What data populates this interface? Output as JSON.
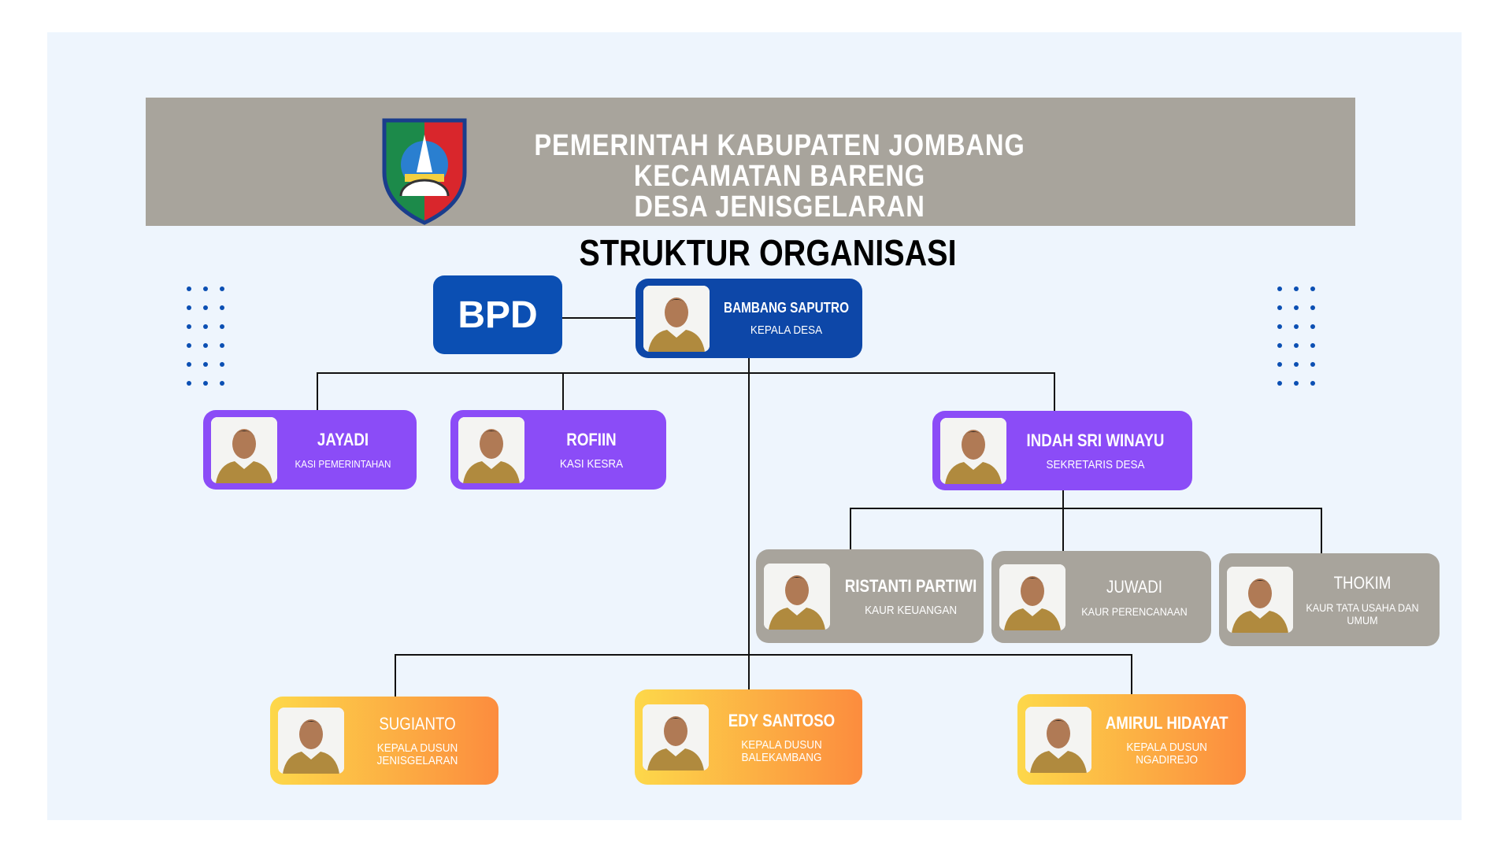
{
  "header": {
    "lines": [
      "PEMERINTAH KABUPATEN JOMBANG",
      "KECAMATAN BARENG",
      "DESA JENISGELARAN"
    ]
  },
  "title": "STRUKTUR ORGANISASI",
  "bpd": "BPD",
  "kepala": {
    "name": "BAMBANG SAPUTRO",
    "role": "KEPALA DESA"
  },
  "kasi": [
    {
      "name": "JAYADI",
      "role": "KASI PEMERINTAHAN"
    },
    {
      "name": "ROFIIN",
      "role": "KASI KESRA"
    }
  ],
  "sekdes": {
    "name": "INDAH SRI WINAYU",
    "role": "SEKRETARIS DESA"
  },
  "kaur": [
    {
      "name": "RISTANTI PARTIWI",
      "role": "KAUR KEUANGAN"
    },
    {
      "name": "JUWADI",
      "role": "KAUR PERENCANAAN"
    },
    {
      "name": "THOKIM",
      "role": "KAUR TATA USAHA DAN UMUM"
    }
  ],
  "kadus": [
    {
      "name": "SUGIANTO",
      "role": "KEPALA DUSUN JENISGELARAN"
    },
    {
      "name": "EDY SANTOSO",
      "role": "KEPALA DUSUN BALEKAMBANG"
    },
    {
      "name": "AMIRUL HIDAYAT",
      "role": "KEPALA DUSUN NGADIREJO"
    }
  ]
}
